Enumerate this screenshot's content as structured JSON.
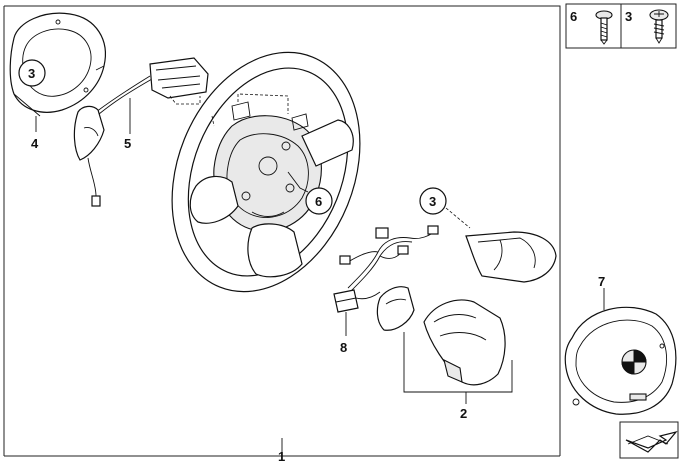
{
  "callouts": {
    "main_assembly": "1",
    "trim_covers": "2",
    "screw_cover_left": "3",
    "screw_cover_right": "3",
    "rear_cover": "4",
    "cable_harness_upper": "5",
    "screw_wheel": "6",
    "airbag_module": "7",
    "cable_harness_lower": "8"
  },
  "fastener_legend": [
    {
      "number": "6",
      "icon": "flat-head-screw-icon"
    },
    {
      "number": "3",
      "icon": "pan-head-self-tapping-screw-icon"
    }
  ],
  "colors": {
    "line": "#111111",
    "background": "#ffffff",
    "fill_light": "#e9e9e9"
  }
}
